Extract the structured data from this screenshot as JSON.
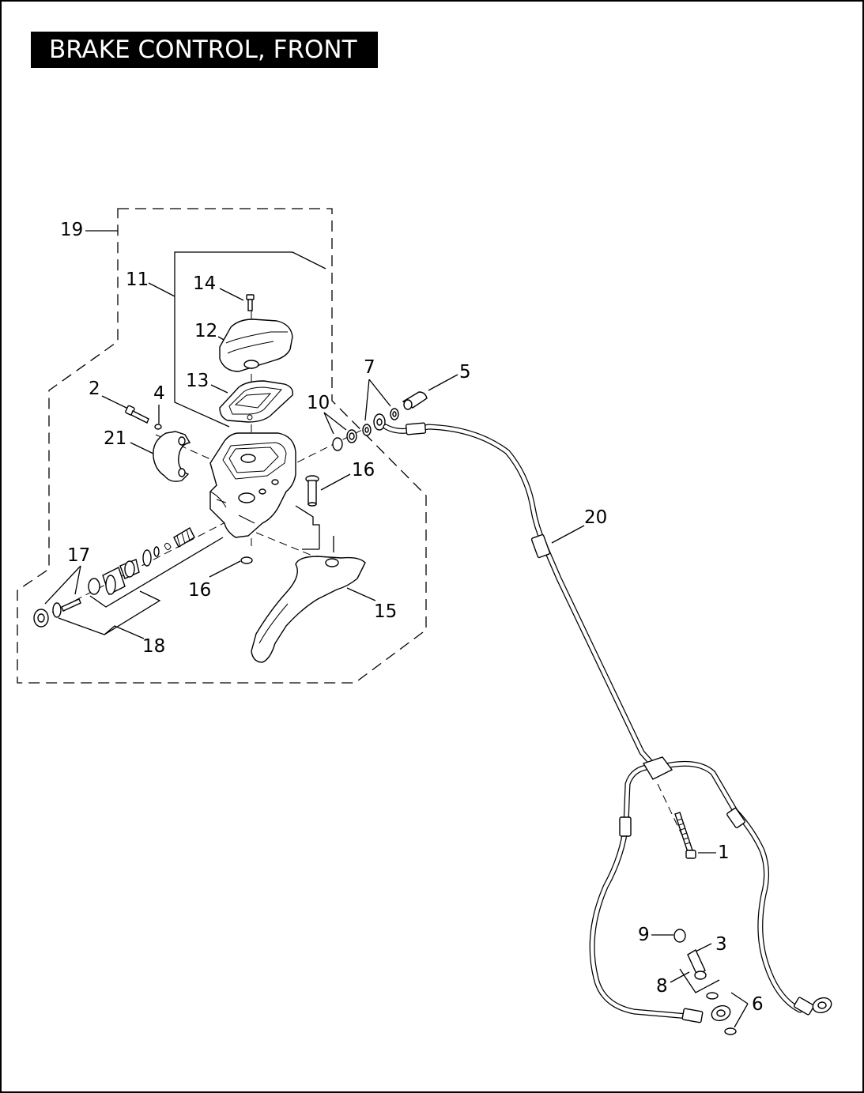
{
  "title": "BRAKE CONTROL, FRONT",
  "callouts": [
    {
      "id": "c1",
      "label": "1"
    },
    {
      "id": "c2",
      "label": "2"
    },
    {
      "id": "c3",
      "label": "3"
    },
    {
      "id": "c4",
      "label": "4"
    },
    {
      "id": "c5",
      "label": "5"
    },
    {
      "id": "c6",
      "label": "6"
    },
    {
      "id": "c7",
      "label": "7"
    },
    {
      "id": "c8",
      "label": "8"
    },
    {
      "id": "c9",
      "label": "9"
    },
    {
      "id": "c10",
      "label": "10"
    },
    {
      "id": "c11",
      "label": "11"
    },
    {
      "id": "c12",
      "label": "12"
    },
    {
      "id": "c13",
      "label": "13"
    },
    {
      "id": "c14",
      "label": "14"
    },
    {
      "id": "c15",
      "label": "15"
    },
    {
      "id": "c16a",
      "label": "16"
    },
    {
      "id": "c16b",
      "label": "16"
    },
    {
      "id": "c17",
      "label": "17"
    },
    {
      "id": "c18",
      "label": "18"
    },
    {
      "id": "c19",
      "label": "19"
    },
    {
      "id": "c20",
      "label": "20"
    },
    {
      "id": "c21",
      "label": "21"
    }
  ]
}
